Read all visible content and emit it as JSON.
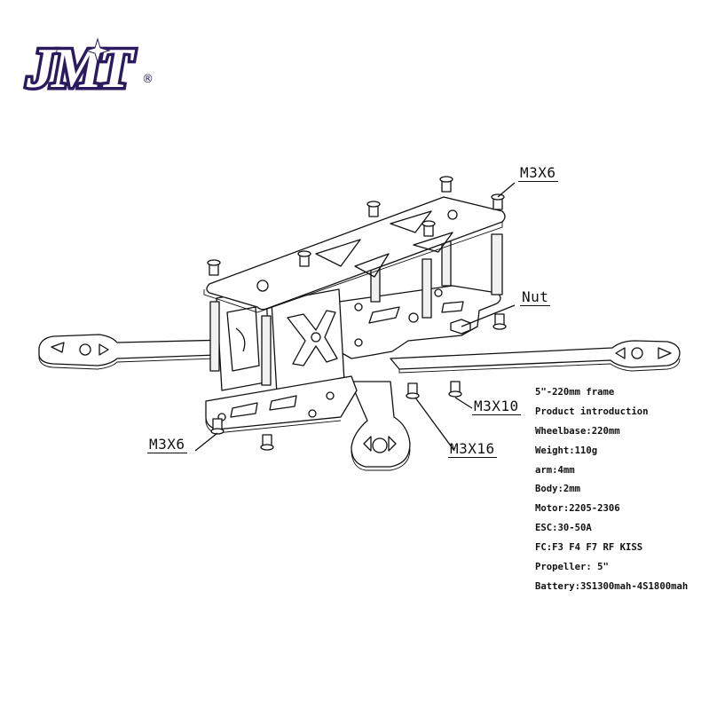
{
  "brand": {
    "logo_text": "JMT",
    "registered_mark": "®"
  },
  "callouts": {
    "screw_top": "M3X6",
    "nut": "Nut",
    "screw_m3x10": "M3X10",
    "screw_m3x16": "M3X16",
    "screw_bottom": "M3X6"
  },
  "specs": [
    "5\"-220mm frame",
    "Product introduction",
    "Wheelbase:220mm",
    "Weight:110g",
    "arm:4mm",
    "Body:2mm",
    "Motor:2205-2306",
    "ESC:30-50A",
    "FC:F3 F4 F7 RF KISS",
    "Propeller: 5\"",
    "Battery:3S1300mah-4S1800mah"
  ],
  "colors": {
    "logo_outline": "#2a1a5e",
    "line_art": "#111111",
    "background": "#ffffff"
  }
}
